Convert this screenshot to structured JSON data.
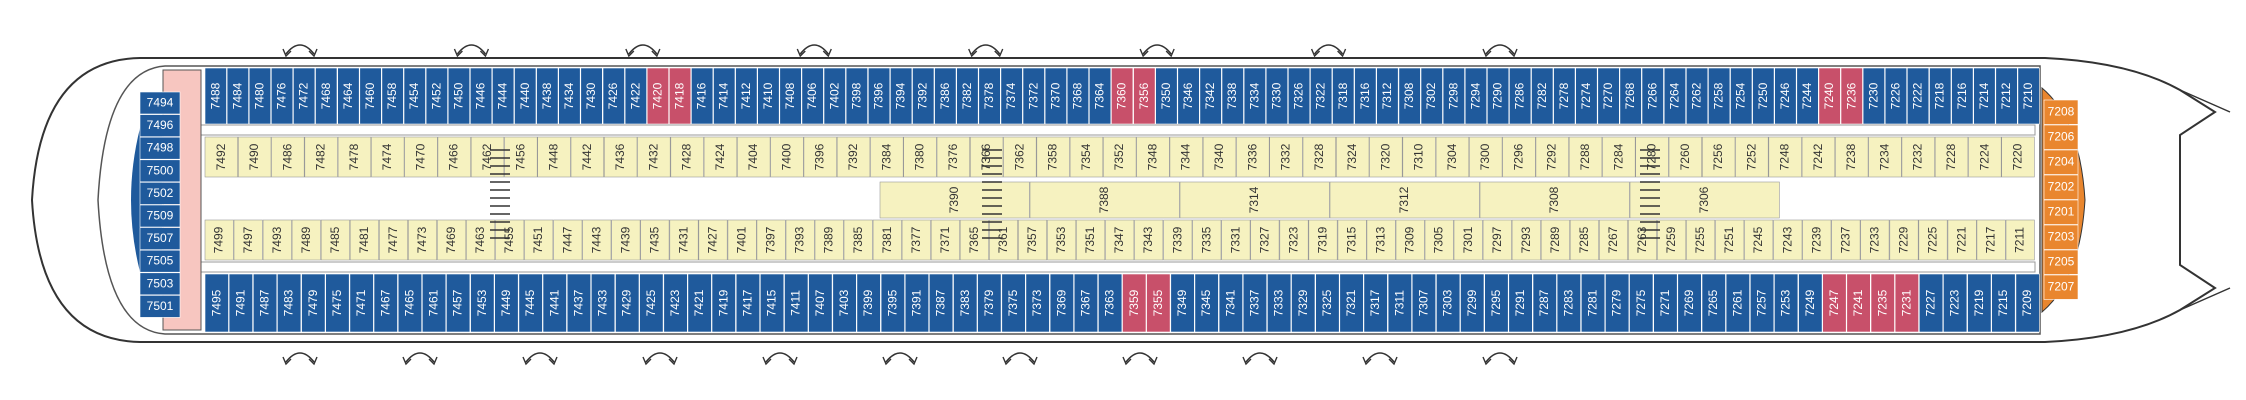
{
  "colors": {
    "outer_blue": "#1f5a9c",
    "accessible": "#c8506a",
    "inner_yellow": "#f6f2c0",
    "suite_orange": "#e9862e",
    "aft_pink": "#f7c6c0",
    "hull": "#333333"
  },
  "top_row": [
    "7488",
    "7484",
    "7480",
    "7476",
    "7472",
    "7468",
    "7464",
    "7460",
    "7458",
    "7454",
    "7452",
    "7450",
    "7446",
    "7444",
    "7440",
    "7438",
    "7434",
    "7430",
    "7426",
    "7422",
    "7420",
    "7418",
    "7416",
    "7414",
    "7412",
    "7410",
    "7408",
    "7406",
    "7402",
    "7398",
    "7396",
    "7394",
    "7392",
    "7386",
    "7382",
    "7378",
    "7374",
    "7372",
    "7370",
    "7368",
    "7364",
    "7360",
    "7356",
    "7350",
    "7346",
    "7342",
    "7338",
    "7334",
    "7330",
    "7326",
    "7322",
    "7318",
    "7316",
    "7312",
    "7308",
    "7302",
    "7298",
    "7294",
    "7290",
    "7286",
    "7282",
    "7278",
    "7274",
    "7270",
    "7268",
    "7266",
    "7264",
    "7262",
    "7258",
    "7254",
    "7250",
    "7246",
    "7244",
    "7240",
    "7236",
    "7230",
    "7226",
    "7222",
    "7218",
    "7216",
    "7214",
    "7212",
    "7210"
  ],
  "top_accessible": [
    "7420",
    "7418",
    "7360",
    "7356",
    "7240",
    "7236"
  ],
  "bottom_row": [
    "7495",
    "7491",
    "7487",
    "7483",
    "7479",
    "7475",
    "7471",
    "7467",
    "7465",
    "7461",
    "7457",
    "7453",
    "7449",
    "7445",
    "7441",
    "7437",
    "7433",
    "7429",
    "7425",
    "7423",
    "7421",
    "7419",
    "7417",
    "7415",
    "7411",
    "7407",
    "7403",
    "7399",
    "7395",
    "7391",
    "7387",
    "7383",
    "7379",
    "7375",
    "7373",
    "7369",
    "7367",
    "7363",
    "7359",
    "7355",
    "7349",
    "7345",
    "7341",
    "7337",
    "7333",
    "7329",
    "7325",
    "7321",
    "7317",
    "7311",
    "7307",
    "7303",
    "7299",
    "7295",
    "7291",
    "7287",
    "7283",
    "7281",
    "7279",
    "7275",
    "7271",
    "7269",
    "7265",
    "7261",
    "7257",
    "7253",
    "7249",
    "7247",
    "7241",
    "7235",
    "7231",
    "7227",
    "7223",
    "7219",
    "7215",
    "7209"
  ],
  "bottom_accessible": [
    "7359",
    "7355",
    "7247",
    "7241",
    "7235",
    "7231"
  ],
  "inner_top": [
    "7492",
    "7490",
    "7486",
    "7482",
    "7478",
    "7474",
    "7470",
    "7466",
    "7462",
    "7456",
    "7448",
    "7442",
    "7436",
    "7432",
    "7428",
    "7424",
    "7404",
    "7400",
    "7396",
    "7392",
    "7384",
    "7380",
    "7376",
    "7366",
    "7362",
    "7358",
    "7354",
    "7352",
    "7348",
    "7344",
    "7340",
    "7336",
    "7332",
    "7328",
    "7324",
    "7320",
    "7310",
    "7304",
    "7300",
    "7296",
    "7292",
    "7288",
    "7284",
    "7280",
    "7260",
    "7256",
    "7252",
    "7248",
    "7242",
    "7238",
    "7234",
    "7232",
    "7228",
    "7224",
    "7220"
  ],
  "inner_mid": [
    "7390",
    "7388",
    "7314",
    "7312",
    "7308",
    "7306"
  ],
  "inner_bottom": [
    "7499",
    "7497",
    "7493",
    "7489",
    "7485",
    "7481",
    "7477",
    "7473",
    "7469",
    "7463",
    "7455",
    "7451",
    "7447",
    "7443",
    "7439",
    "7435",
    "7431",
    "7427",
    "7401",
    "7397",
    "7393",
    "7389",
    "7385",
    "7381",
    "7377",
    "7371",
    "7365",
    "7361",
    "7357",
    "7353",
    "7351",
    "7347",
    "7343",
    "7339",
    "7335",
    "7331",
    "7327",
    "7323",
    "7319",
    "7315",
    "7313",
    "7309",
    "7305",
    "7301",
    "7297",
    "7293",
    "7289",
    "7285",
    "7267",
    "7263",
    "7259",
    "7255",
    "7251",
    "7245",
    "7243",
    "7239",
    "7237",
    "7233",
    "7229",
    "7225",
    "7221",
    "7217",
    "7211"
  ],
  "aft_left": [
    "7494",
    "7496",
    "7498",
    "7500",
    "7502",
    "7509",
    "7507",
    "7505",
    "7503",
    "7501"
  ],
  "forward_suites": [
    "7208",
    "7206",
    "7204",
    "7202",
    "7201",
    "7203",
    "7205",
    "7207"
  ],
  "top_arrows": 8,
  "bottom_arrows": 11
}
